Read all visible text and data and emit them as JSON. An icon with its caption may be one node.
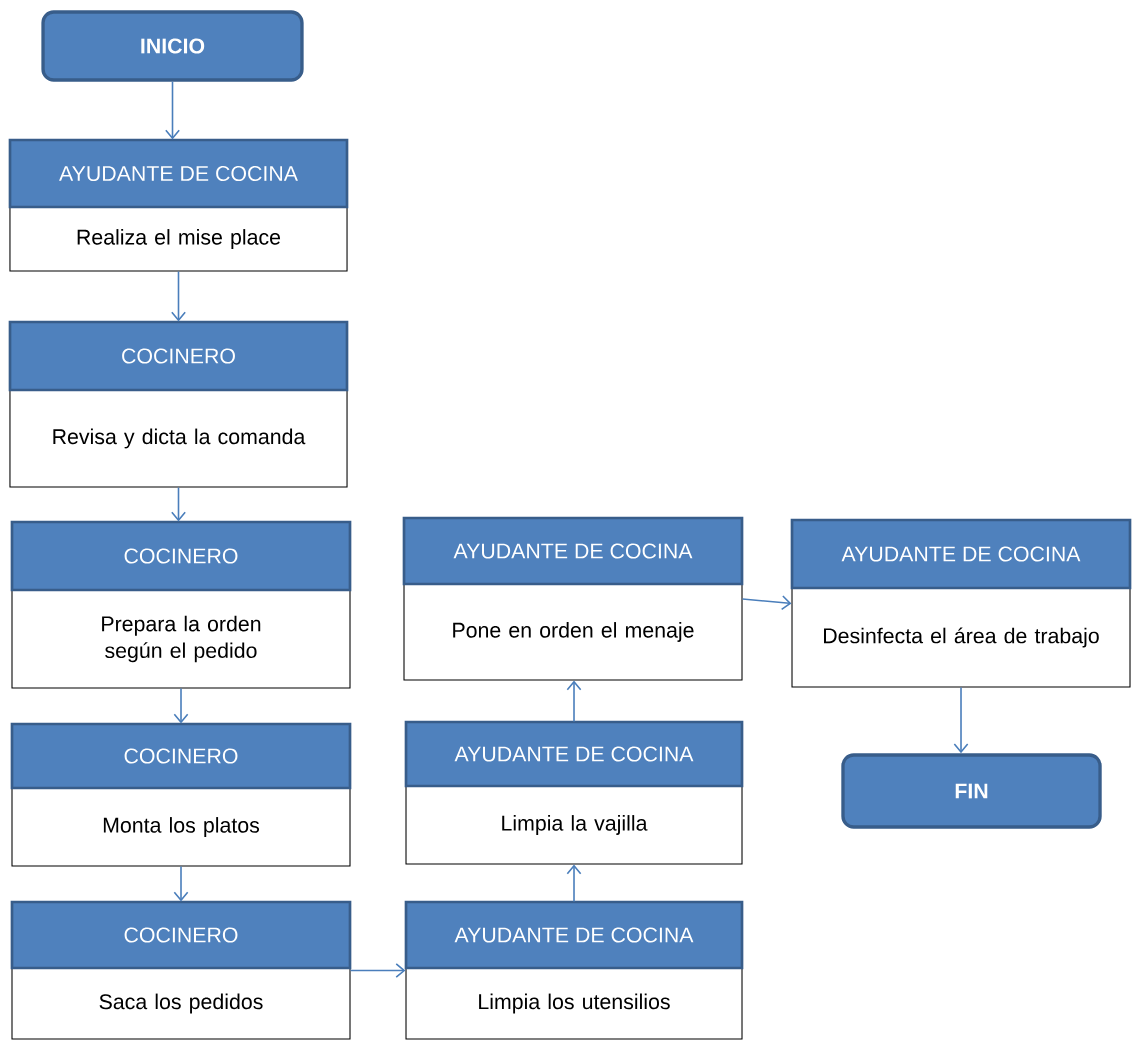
{
  "diagram": {
    "nodes": [
      {
        "text": [
          "INICIO"
        ]
      },
      {
        "text": [
          "AYUDANTE DE COCINA",
          "Realiza el mise place"
        ]
      },
      {
        "text": [
          "COCINERO",
          "Revisa y dicta la comanda"
        ]
      },
      {
        "text": [
          "COCINERO",
          "Prepara la orden según el pedido"
        ]
      },
      {
        "text": [
          "COCINERO",
          "Monta los platos"
        ]
      },
      {
        "text": [
          "COCINERO",
          "Saca los pedidos"
        ]
      },
      {
        "text": [
          "AYUDANTE DE COCINA",
          "Limpia los utensilios"
        ]
      },
      {
        "text": [
          "AYUDANTE DE COCINA",
          "Limpia la vajilla"
        ]
      },
      {
        "text": [
          "AYUDANTE DE COCINA",
          "Pone en orden el menaje"
        ]
      },
      {
        "text": [
          "AYUDANTE DE COCINA",
          "Desinfecta el área de trabajo"
        ]
      },
      {
        "text": [
          "FIN"
        ]
      }
    ],
    "edges": [
      {
        "from": 0,
        "to": 1,
        "arrow": "to"
      },
      {
        "from": 1,
        "to": 2,
        "arrow": "to"
      },
      {
        "from": 2,
        "to": 3,
        "arrow": "to"
      },
      {
        "from": 3,
        "to": 4,
        "arrow": "to"
      },
      {
        "from": 4,
        "to": 5,
        "arrow": "to"
      },
      {
        "from": 5,
        "to": 6,
        "arrow": "to"
      },
      {
        "from": 6,
        "to": 7,
        "arrow": "to"
      },
      {
        "from": 7,
        "to": 8,
        "arrow": "to"
      },
      {
        "from": 8,
        "to": 9,
        "arrow": "to"
      },
      {
        "from": 9,
        "to": 10,
        "arrow": "to"
      }
    ]
  }
}
